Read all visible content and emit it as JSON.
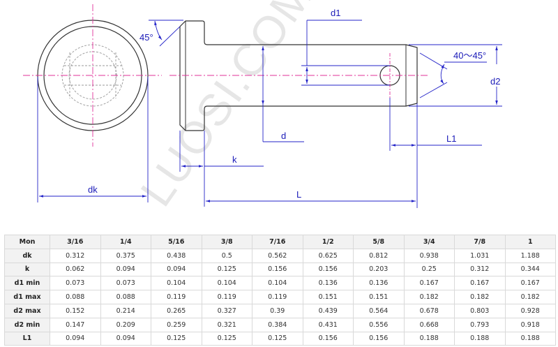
{
  "drawing": {
    "watermark": "LUOSI.COM",
    "labels": {
      "head_chamfer_angle": "45°",
      "tip_chamfer_angle": "40～45°",
      "d1": "d1",
      "d2": "d2",
      "d": "d",
      "L1": "L1",
      "k": "k",
      "L": "L",
      "dk": "dk"
    },
    "colors": {
      "outline": "#333333",
      "dimension": "#2323c8",
      "centerline": "#e0309a",
      "hidden": "#999999"
    }
  },
  "table": {
    "header_label": "Mon",
    "sizes": [
      "3/16",
      "1/4",
      "5/16",
      "3/8",
      "7/16",
      "1/2",
      "5/8",
      "3/4",
      "7/8",
      "1"
    ],
    "rows": [
      {
        "label": "dk",
        "values": [
          "0.312",
          "0.375",
          "0.438",
          "0.5",
          "0.562",
          "0.625",
          "0.812",
          "0.938",
          "1.031",
          "1.188"
        ]
      },
      {
        "label": "k",
        "values": [
          "0.062",
          "0.094",
          "0.094",
          "0.125",
          "0.156",
          "0.156",
          "0.203",
          "0.25",
          "0.312",
          "0.344"
        ]
      },
      {
        "label": "d1 min",
        "values": [
          "0.073",
          "0.073",
          "0.104",
          "0.104",
          "0.104",
          "0.136",
          "0.136",
          "0.167",
          "0.167",
          "0.167"
        ]
      },
      {
        "label": "d1 max",
        "values": [
          "0.088",
          "0.088",
          "0.119",
          "0.119",
          "0.119",
          "0.151",
          "0.151",
          "0.182",
          "0.182",
          "0.182"
        ]
      },
      {
        "label": "d2 max",
        "values": [
          "0.152",
          "0.214",
          "0.265",
          "0.327",
          "0.39",
          "0.439",
          "0.564",
          "0.678",
          "0.803",
          "0.928"
        ]
      },
      {
        "label": "d2 min",
        "values": [
          "0.147",
          "0.209",
          "0.259",
          "0.321",
          "0.384",
          "0.431",
          "0.556",
          "0.668",
          "0.793",
          "0.918"
        ]
      },
      {
        "label": "L1",
        "values": [
          "0.094",
          "0.094",
          "0.125",
          "0.125",
          "0.125",
          "0.156",
          "0.156",
          "0.188",
          "0.188",
          "0.188"
        ]
      }
    ]
  }
}
